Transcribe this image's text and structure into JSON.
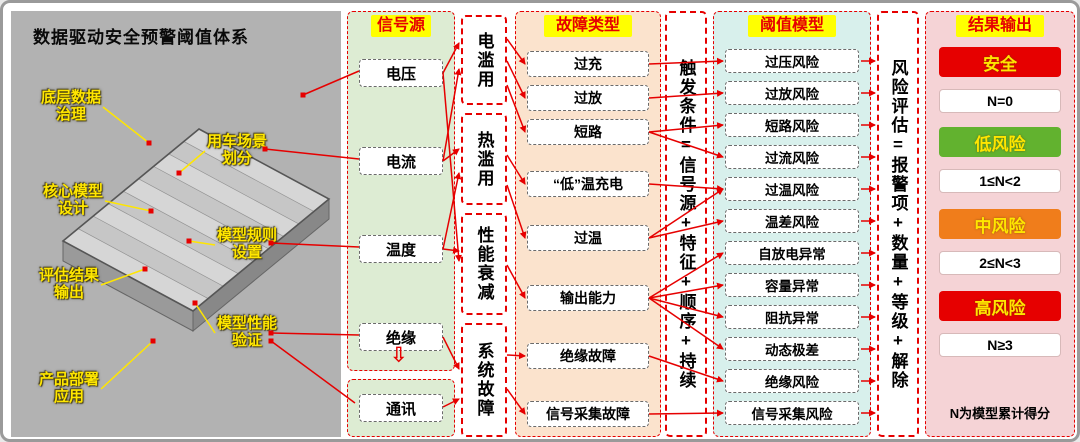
{
  "left_panel": {
    "title": "数据驱动安全预警阈值体系",
    "labels": [
      "底层数据治理",
      "用车场景划分",
      "核心模型设计",
      "模型规则设置",
      "评估结果输出",
      "模型性能验证",
      "产品部署应用"
    ]
  },
  "signal_source": {
    "header": "信号源",
    "items": [
      "电压",
      "电流",
      "温度",
      "绝缘"
    ],
    "comm_item": "通讯"
  },
  "icons": {
    "flow_down_arrow": "⇩"
  },
  "abuse_categories": {
    "items": [
      "电滥用",
      "热滥用",
      "性能衰减",
      "系统故障"
    ]
  },
  "fault_types": {
    "header": "故障类型",
    "items": [
      "过充",
      "过放",
      "短路",
      "“低”温充电",
      "过温",
      "输出能力",
      "绝缘故障",
      "信号采集故障"
    ]
  },
  "trigger_condition": {
    "text": "触发条件=信号源+特征+顺序+持续"
  },
  "threshold_model": {
    "header": "阈值模型",
    "items": [
      "过压风险",
      "过放风险",
      "短路风险",
      "过流风险",
      "过温风险",
      "温差风险",
      "自放电异常",
      "容量异常",
      "阻抗异常",
      "动态极差",
      "绝缘风险",
      "信号采集风险"
    ]
  },
  "risk_assessment": {
    "text": "风险评估=报警项+数量+等级+解除"
  },
  "results": {
    "header": "结果输出",
    "rows": [
      {
        "text": "安全",
        "kind": "level",
        "bg": "#e60000"
      },
      {
        "text": "N=0",
        "kind": "score"
      },
      {
        "text": "低风险",
        "kind": "level",
        "bg": "#62b22f"
      },
      {
        "text": "1≤N<2",
        "kind": "score"
      },
      {
        "text": "中风险",
        "kind": "level",
        "bg": "#f07d1b"
      },
      {
        "text": "2≤N<3",
        "kind": "score"
      },
      {
        "text": "高风险",
        "kind": "level",
        "bg": "#e60000"
      },
      {
        "text": "N≥3",
        "kind": "score"
      }
    ],
    "note": "N为模型累计得分"
  },
  "colors": {
    "accent_red": "#e60000",
    "header_bg": "#ffff00",
    "signal_bg": "#ddecd3",
    "fault_bg": "#fbe3cd",
    "threshold_bg": "#d8f0ec",
    "result_bg": "#f5d3d6",
    "label_yellow": "#ffe600"
  }
}
